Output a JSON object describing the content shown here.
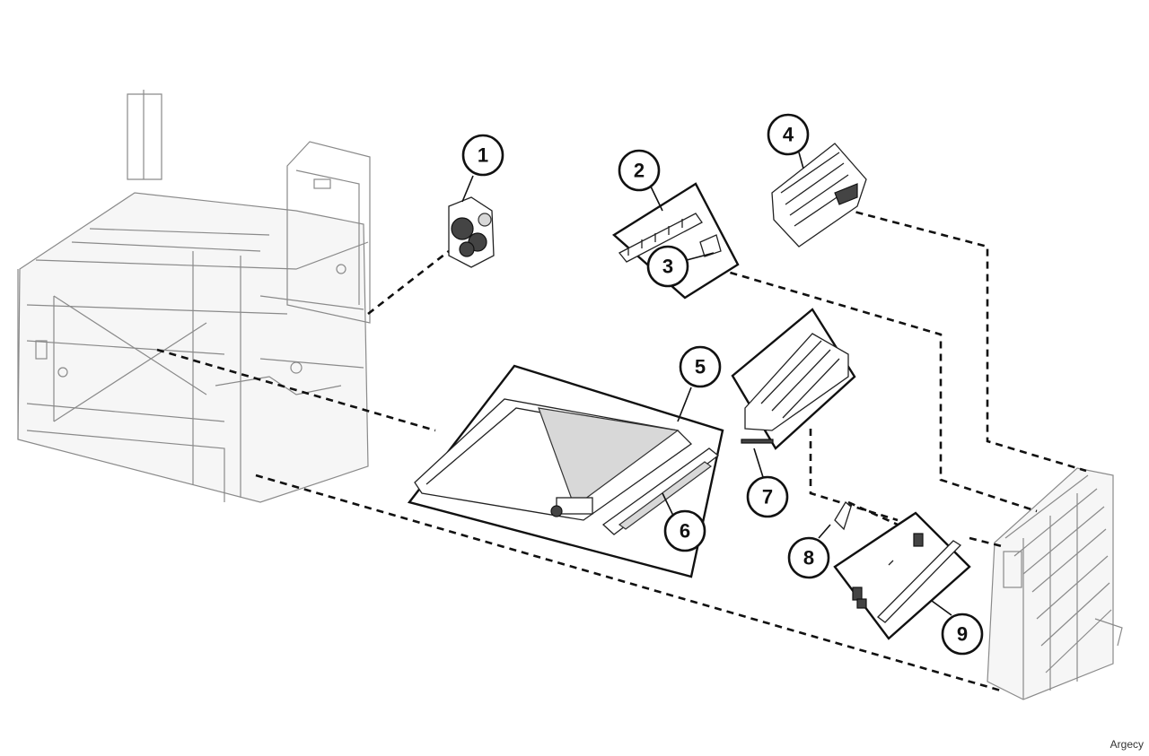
{
  "callouts": [
    {
      "label": "1"
    },
    {
      "label": "2"
    },
    {
      "label": "3"
    },
    {
      "label": "4"
    },
    {
      "label": "5"
    },
    {
      "label": "6"
    },
    {
      "label": "7"
    },
    {
      "label": "8"
    },
    {
      "label": "9"
    }
  ],
  "watermark": "Argecy"
}
